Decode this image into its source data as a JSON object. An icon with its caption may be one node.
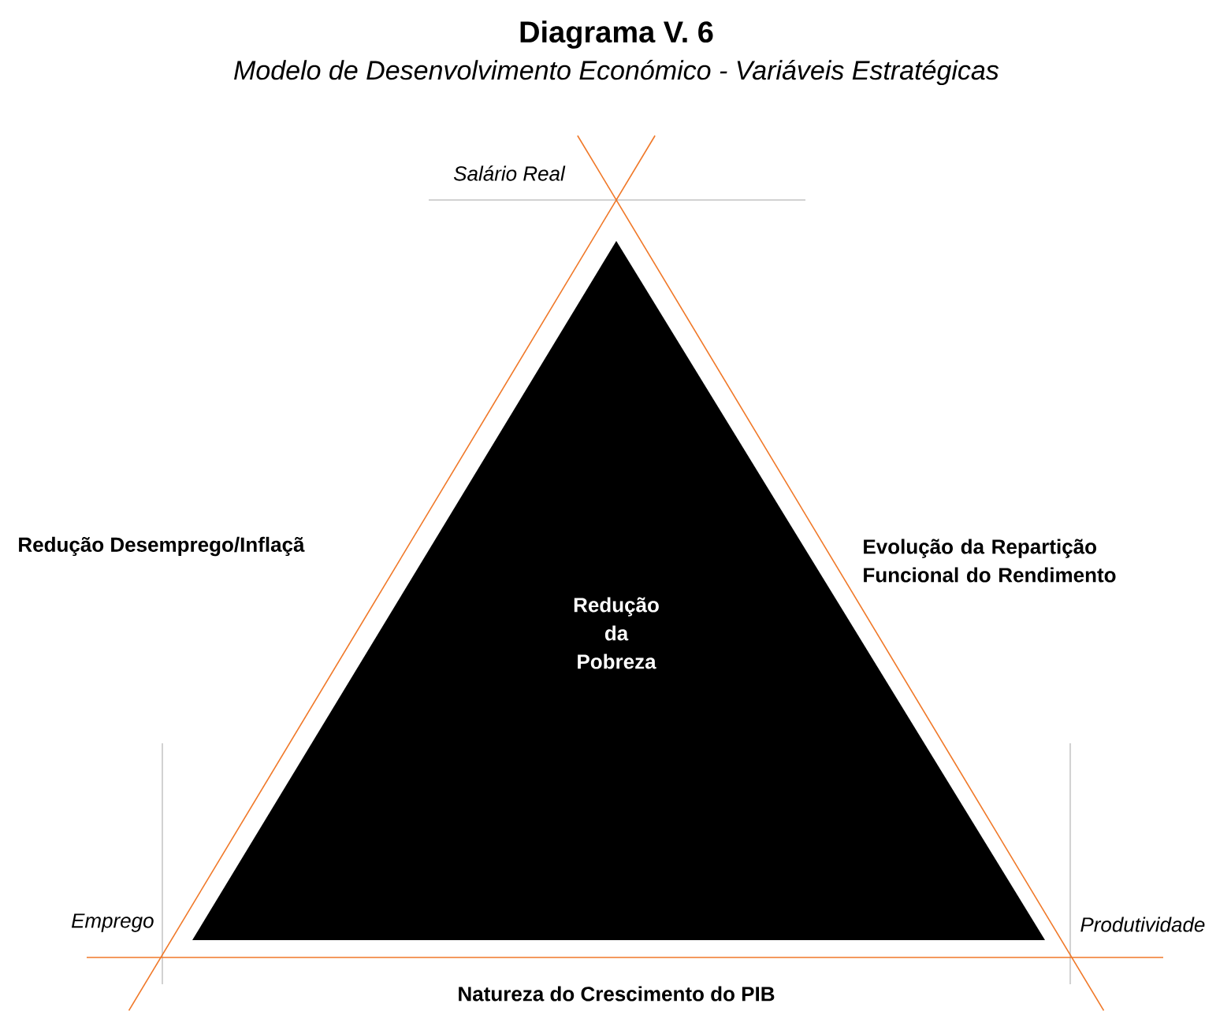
{
  "diagram": {
    "title": "Diagrama V. 6",
    "nodes": [
      {
        "text": [
          "Redução da Pobreza"
        ]
      }
    ],
    "labels": [
      "Modelo de Desenvolvimento Económico - Variáveis Estratégicas",
      "Salário Real",
      "Redução Desemprego/Inflaçã",
      "Evolução da Repartição Funcional do Rendimento",
      "Emprego",
      "Produtividade",
      "Natureza do Crescimento do PIB"
    ]
  }
}
